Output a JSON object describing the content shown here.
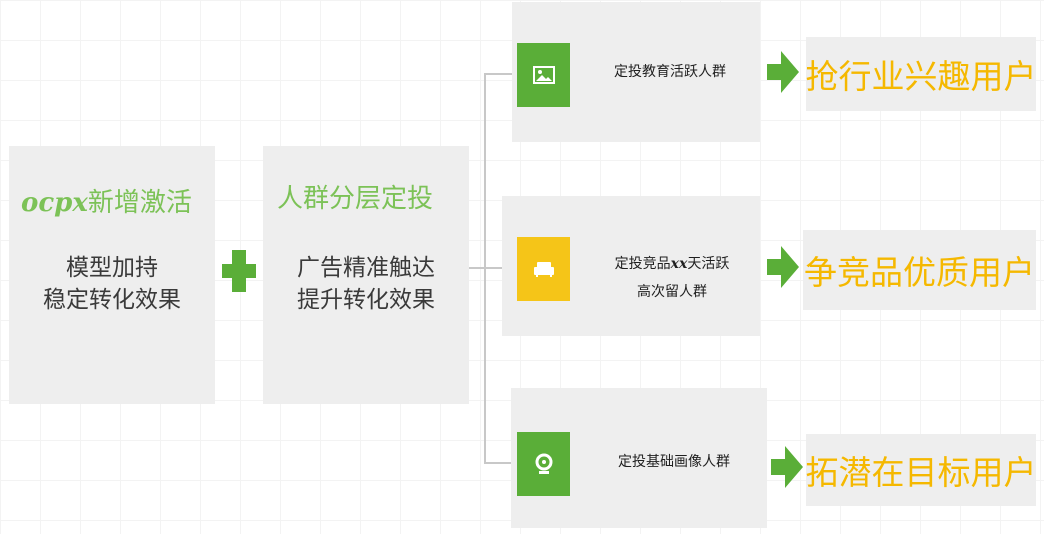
{
  "left_box": {
    "title_prefix": "ocpx",
    "title_suffix": "新增激活",
    "line1": "模型加持",
    "line2": "稳定转化效果"
  },
  "middle_box": {
    "title": "人群分层定投",
    "line1": "广告精准触达",
    "line2": "提升转化效果"
  },
  "targets": [
    {
      "icon": "image-icon",
      "icon_color": "#5aae38",
      "line1": "定投教育活跃人群",
      "line2": "",
      "result": "抢行业兴趣用户"
    },
    {
      "icon": "sofa-icon",
      "icon_color": "#f5c518",
      "line1_prefix": "定投竞品",
      "line1_mark": "xx",
      "line1_suffix": "天活跃",
      "line2": "高次留人群",
      "result": "争竞品优质用户"
    },
    {
      "icon": "webcam-icon",
      "icon_color": "#5aae38",
      "line1": "定投基础画像人群",
      "line2": "",
      "result": "拓潜在目标用户"
    }
  ],
  "colors": {
    "title_green": "#7cc257",
    "icon_green": "#5aae38",
    "icon_yellow": "#f5c518",
    "result_yellow": "#f5b800",
    "box_gray": "#eeeeee"
  }
}
